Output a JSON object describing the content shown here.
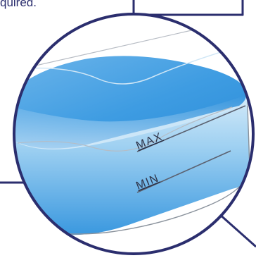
{
  "caption": {
    "text": "quired."
  },
  "levels": {
    "max_label": "MAX",
    "min_label": "MIN"
  },
  "colors": {
    "frame": "#2b2e6e",
    "water_light": "#d8ecfa",
    "water_mid": "#8ec6ee",
    "water_deep": "#3b9be0",
    "tank_line": "#5b6170"
  },
  "icons": [
    "magnifier-circle",
    "water-tank"
  ]
}
